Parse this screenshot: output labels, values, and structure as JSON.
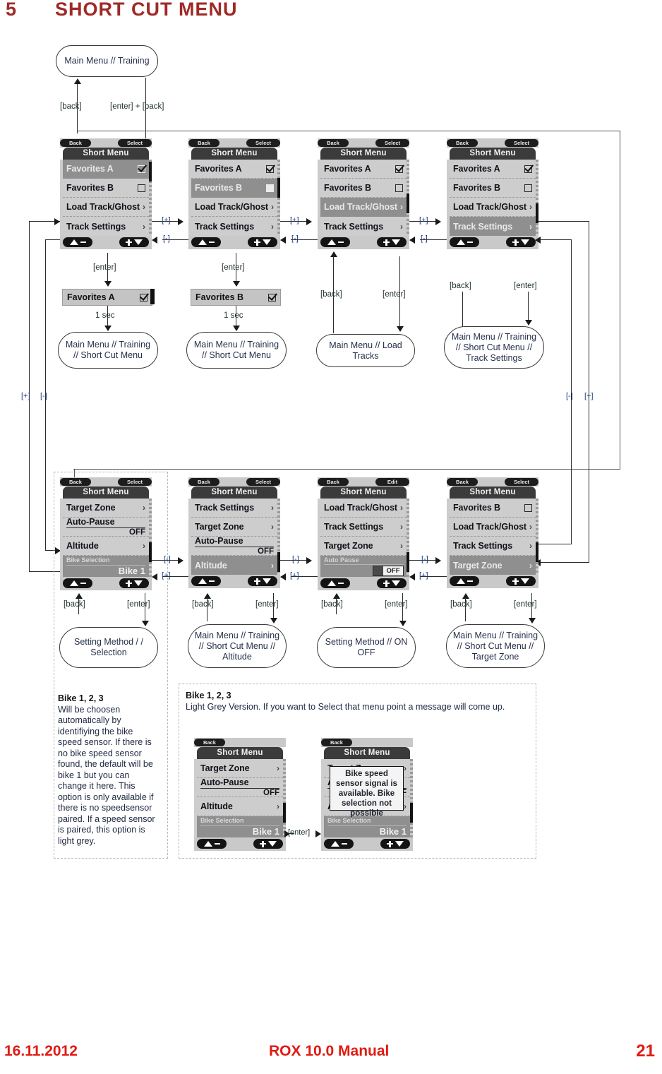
{
  "page": {
    "chapter_number": "5",
    "chapter_title": "SHORT CUT MENU",
    "footer_date": "16.11.2012",
    "footer_center": "ROX 10.0 Manual",
    "footer_page": "21",
    "accent_heading": "#9e2a26",
    "accent_footer": "#e01b12"
  },
  "keys": {
    "back": "[back]",
    "enter": "[enter]",
    "enter_back": "[enter] + [back]",
    "plus": "[+]",
    "minus": "[-]",
    "one_sec": "1 sec"
  },
  "softkeys": {
    "back": "Back",
    "select": "Select",
    "edit": "Edit"
  },
  "screen_title": "Short Menu",
  "bubbles": {
    "top": "Main Menu // Training",
    "fav_a": "Main Menu // Training // Short Cut Menu",
    "fav_b": "Main Menu // Training // Short Cut Menu",
    "load_tracks": "Main Menu // Load Tracks",
    "track_settings": "Main Menu // Training // Short Cut Menu // Track Settings",
    "setting_method_selection": "Setting Method / / Selection",
    "altitude": "Main Menu // Training // Short Cut Menu // Altitude",
    "setting_method_onoff": "Setting Method // ON OFF",
    "target_zone": "Main Menu // Training // Short Cut Menu // Target Zone"
  },
  "confirm_rows": {
    "fav_a": "Favorites A",
    "fav_b": "Favorites B"
  },
  "menu_items": {
    "favorites_a": "Favorites A",
    "favorites_b": "Favorites B",
    "load_track_ghost": "Load Track/Ghost",
    "track_settings": "Track Settings",
    "target_zone": "Target Zone",
    "auto_pause": "Auto-Pause",
    "auto_pause_alt": "Auto Pause",
    "altitude": "Altitude",
    "bike_selection": "Bike Selection",
    "bike_value": "Bike 1",
    "off_value": "OFF",
    "toggle_value": "OFF",
    "chevron": "›"
  },
  "notes": {
    "left_title": "Bike 1, 2, 3",
    "left_body": "Will be choosen automatically by identifiying the bike speed sensor. If there is no bike speed sensor found, the default will be bike 1 but you can change it here. This option is only available if there is no speedsensor paired. If a speed sensor is paired, this option is light grey.",
    "right_title": "Bike 1, 2, 3",
    "right_body": "Light Grey Version. If you want to Select that menu point a message will come up."
  },
  "popup": {
    "message": "Bike speed sensor signal is available. Bike selection not possible"
  },
  "screens": {
    "r1s1": {
      "softkey_left": "Back",
      "softkey_right": "Select",
      "selected_index": 0
    },
    "r1s2": {
      "softkey_left": "Back",
      "softkey_right": "Select",
      "selected_index": 1
    },
    "r1s3": {
      "softkey_left": "Back",
      "softkey_right": "Select",
      "selected_index": 2
    },
    "r1s4": {
      "softkey_left": "Back",
      "softkey_right": "Select",
      "selected_index": 3
    },
    "r2s1": {
      "softkey_left": "Back",
      "softkey_right": "Select",
      "selected_index": 3
    },
    "r2s2": {
      "softkey_left": "Back",
      "softkey_right": "Select",
      "selected_index": 3
    },
    "r2s3": {
      "softkey_left": "Back",
      "softkey_right": "Edit",
      "selected_index": 3
    },
    "r2s4": {
      "softkey_left": "Back",
      "softkey_right": "Select",
      "selected_index": 3
    },
    "r3s1": {
      "softkey_left": "Back",
      "selected_index": 3
    },
    "r3s2": {
      "softkey_left": "Back",
      "selected_index": 3
    }
  }
}
